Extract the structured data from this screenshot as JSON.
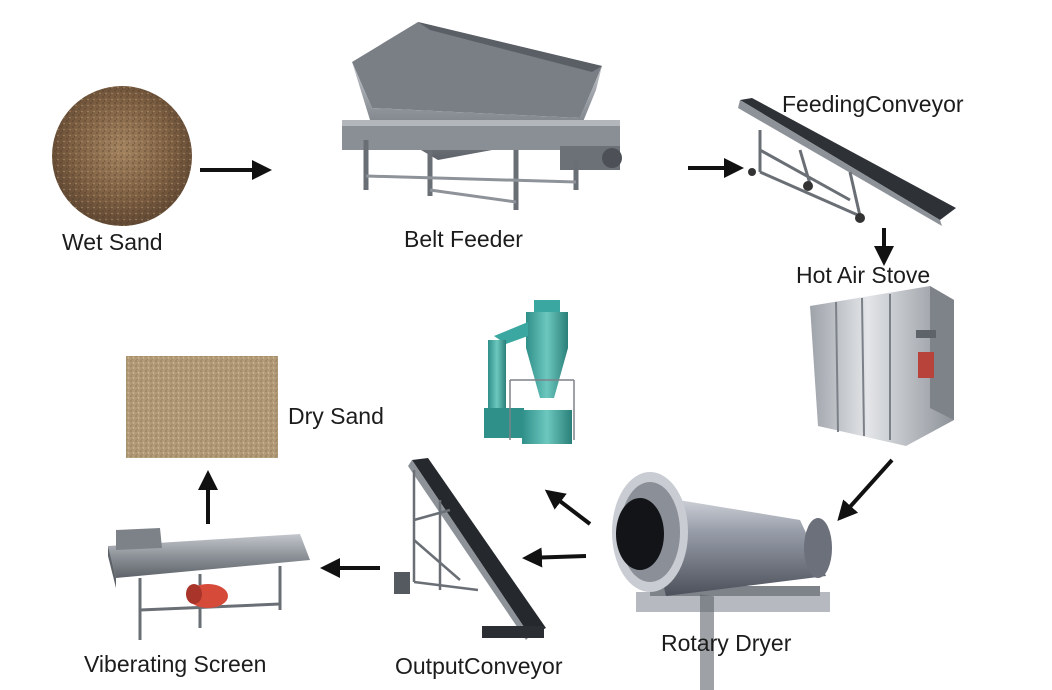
{
  "labels": {
    "wet_sand": "Wet Sand",
    "belt_feeder": "Belt Feeder",
    "feeding_conveyor": "FeedingConveyor",
    "hot_air_stove": "Hot Air Stove",
    "dry_sand": "Dry Sand",
    "rotary_dryer": "Rotary Dryer",
    "output_conveyor": "OutputConveyor",
    "vibrating_screen": "Viberating Screen"
  },
  "colors": {
    "arrow": "#111111",
    "sand_wet": "#8a6a4a",
    "sand_dry": "#b59e7c",
    "machine_steel": "#8a8f96",
    "cyclone_teal": "#3aa8a0",
    "motor_red": "#d64a3a"
  },
  "flow": [
    "wet_sand",
    "belt_feeder",
    "feeding_conveyor",
    "hot_air_stove",
    "rotary_dryer",
    "cyclone",
    "output_conveyor",
    "vibrating_screen",
    "dry_sand"
  ]
}
